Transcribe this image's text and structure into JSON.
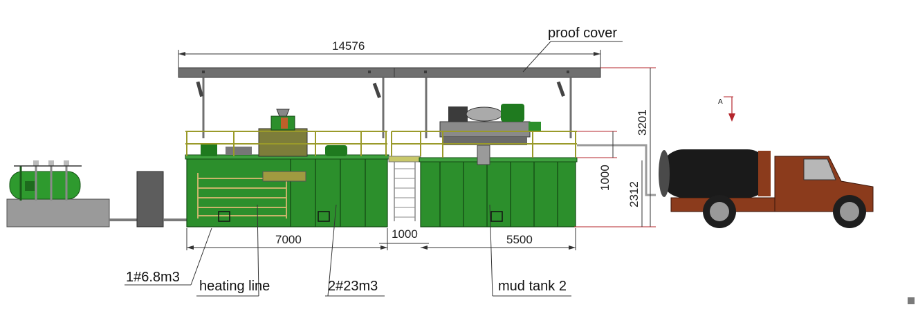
{
  "labels": {
    "proof_cover": "proof cover",
    "tank1": "1#6.8m3",
    "heating_line": "heating line",
    "tank2": "2#23m3",
    "mud_tank2": "mud tank 2"
  },
  "dimensions": {
    "total_length": "14576",
    "height_total": "3201",
    "height_tank": "2312",
    "height_rail": "1000",
    "length_tank_a": "7000",
    "gap": "1000",
    "length_tank_b": "5500"
  },
  "view_marker": "A",
  "colors": {
    "tank_green": "#2c8f2c",
    "roof_grey": "#707070",
    "truck_body": "#8b3b1c",
    "tank_black": "#1a1a1a",
    "railing": "#c8c86a",
    "dimension_red": "#b4252b"
  }
}
